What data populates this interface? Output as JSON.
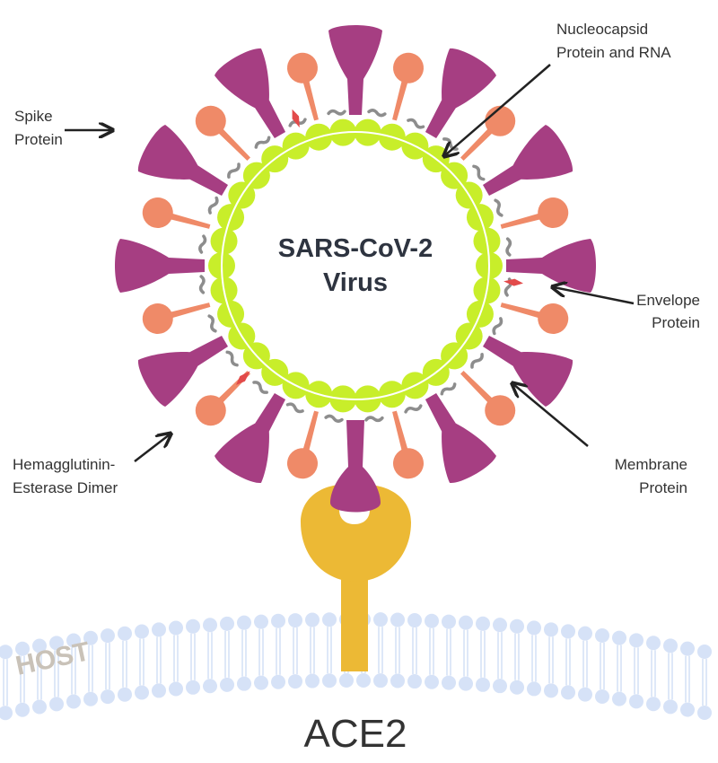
{
  "title_lines": [
    "SARS-CoV-2",
    "Virus"
  ],
  "labels": {
    "spike": [
      "Spike",
      "Protein"
    ],
    "nucleocapsid": [
      "Nucleocapsid",
      "Protein and RNA"
    ],
    "envelope": [
      "Envelope",
      "Protein"
    ],
    "membrane": [
      "Membrane",
      "Protein"
    ],
    "hemagglutinin": [
      "Hemagglutinin-",
      "Esterase Dimer"
    ]
  },
  "host_label": "HOST",
  "receptor_label": "ACE2",
  "colors": {
    "spike": "#a63e82",
    "hemagglutinin": "#ef8a68",
    "nucleocapsid": "#c8ee2a",
    "envelope": "#e24a4a",
    "membrane": "#8d8d8d",
    "ace2": "#ecb935",
    "host_membrane": "#d6e2f7",
    "text": "#333333"
  }
}
